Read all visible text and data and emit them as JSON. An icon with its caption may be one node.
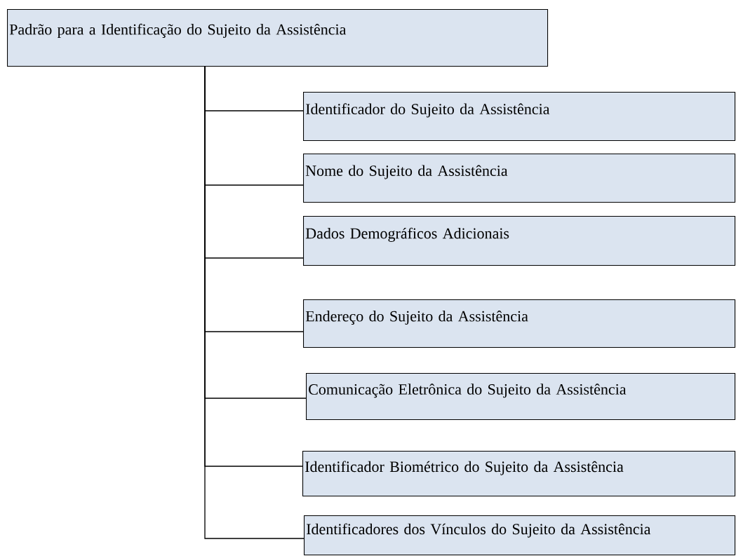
{
  "diagram": {
    "nodes": [
      {
        "text": [
          "Padrão para a Identificação do Sujeito da Assistência"
        ]
      },
      {
        "text": [
          "Identificador do Sujeito da Assistência"
        ]
      },
      {
        "text": [
          "Nome do Sujeito da Assistência"
        ]
      },
      {
        "text": [
          "Dados Demográficos Adicionais"
        ]
      },
      {
        "text": [
          "Endereço do Sujeito da Assistência"
        ]
      },
      {
        "text": [
          "Comunicação Eletrônica do Sujeito da Assistência"
        ]
      },
      {
        "text": [
          "Identificador Biométrico do Sujeito da Assistência"
        ]
      },
      {
        "text": [
          "Identificadores dos Vínculos do Sujeito da Assistência"
        ]
      }
    ],
    "edges": [
      {
        "from": 0,
        "to": 1,
        "arrow": "none"
      },
      {
        "from": 0,
        "to": 2,
        "arrow": "none"
      },
      {
        "from": 0,
        "to": 3,
        "arrow": "none"
      },
      {
        "from": 0,
        "to": 4,
        "arrow": "none"
      },
      {
        "from": 0,
        "to": 5,
        "arrow": "none"
      },
      {
        "from": 0,
        "to": 6,
        "arrow": "none"
      },
      {
        "from": 0,
        "to": 7,
        "arrow": "none"
      }
    ]
  }
}
